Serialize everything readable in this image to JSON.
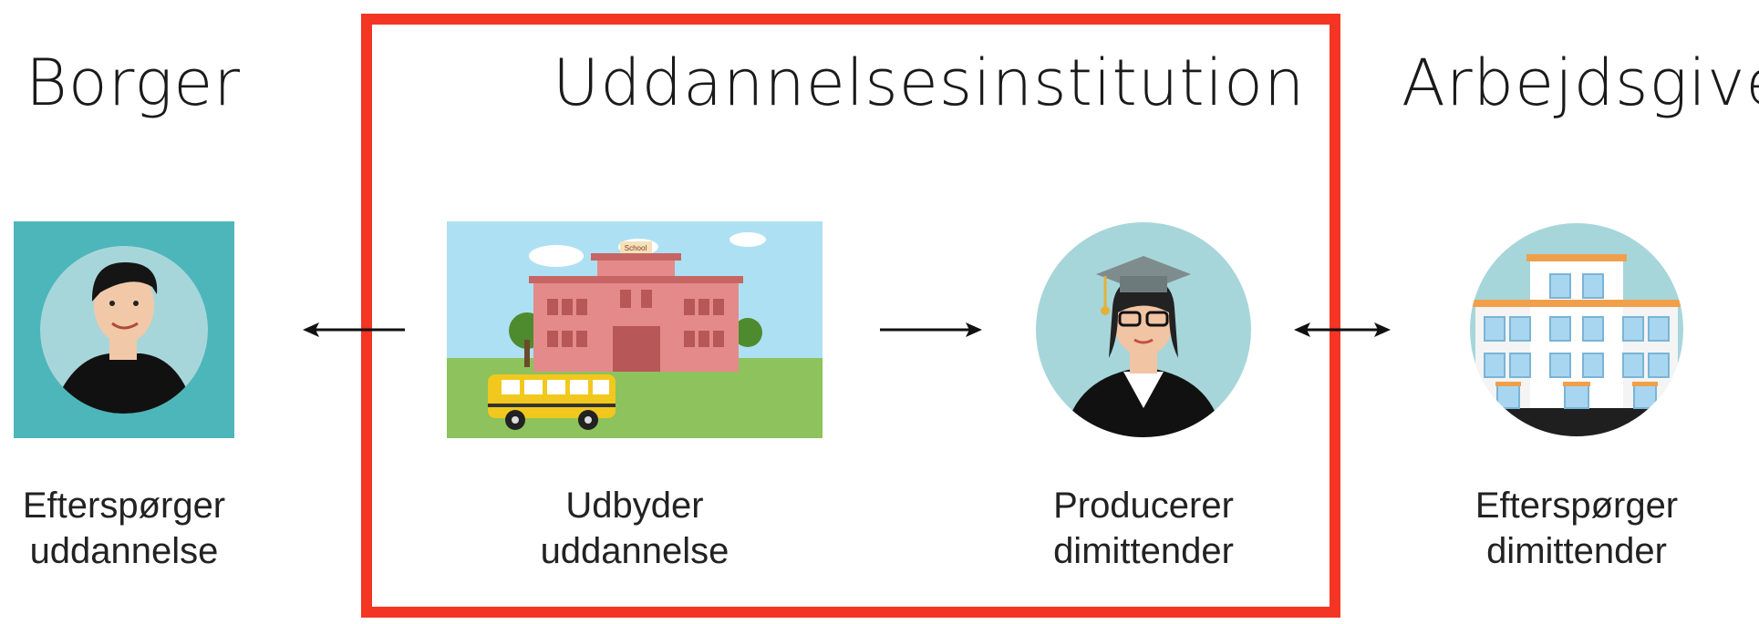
{
  "groups": {
    "citizen": "Borger",
    "institution": "Uddannelsesinstitution",
    "employer": "Arbejdsgiver"
  },
  "nodes": [
    {
      "line1": "Efterspørger",
      "line2": "uddannelse"
    },
    {
      "line1": "Udbyder",
      "line2": "uddannelse"
    },
    {
      "line1": "Producerer",
      "line2": "dimittender"
    },
    {
      "line1": "Efterspørger",
      "line2": "dimittender"
    }
  ],
  "school_sign": "School",
  "colors": {
    "frame": "#f43523",
    "teal": "#4db6ba",
    "circle": "#a7d6da"
  }
}
